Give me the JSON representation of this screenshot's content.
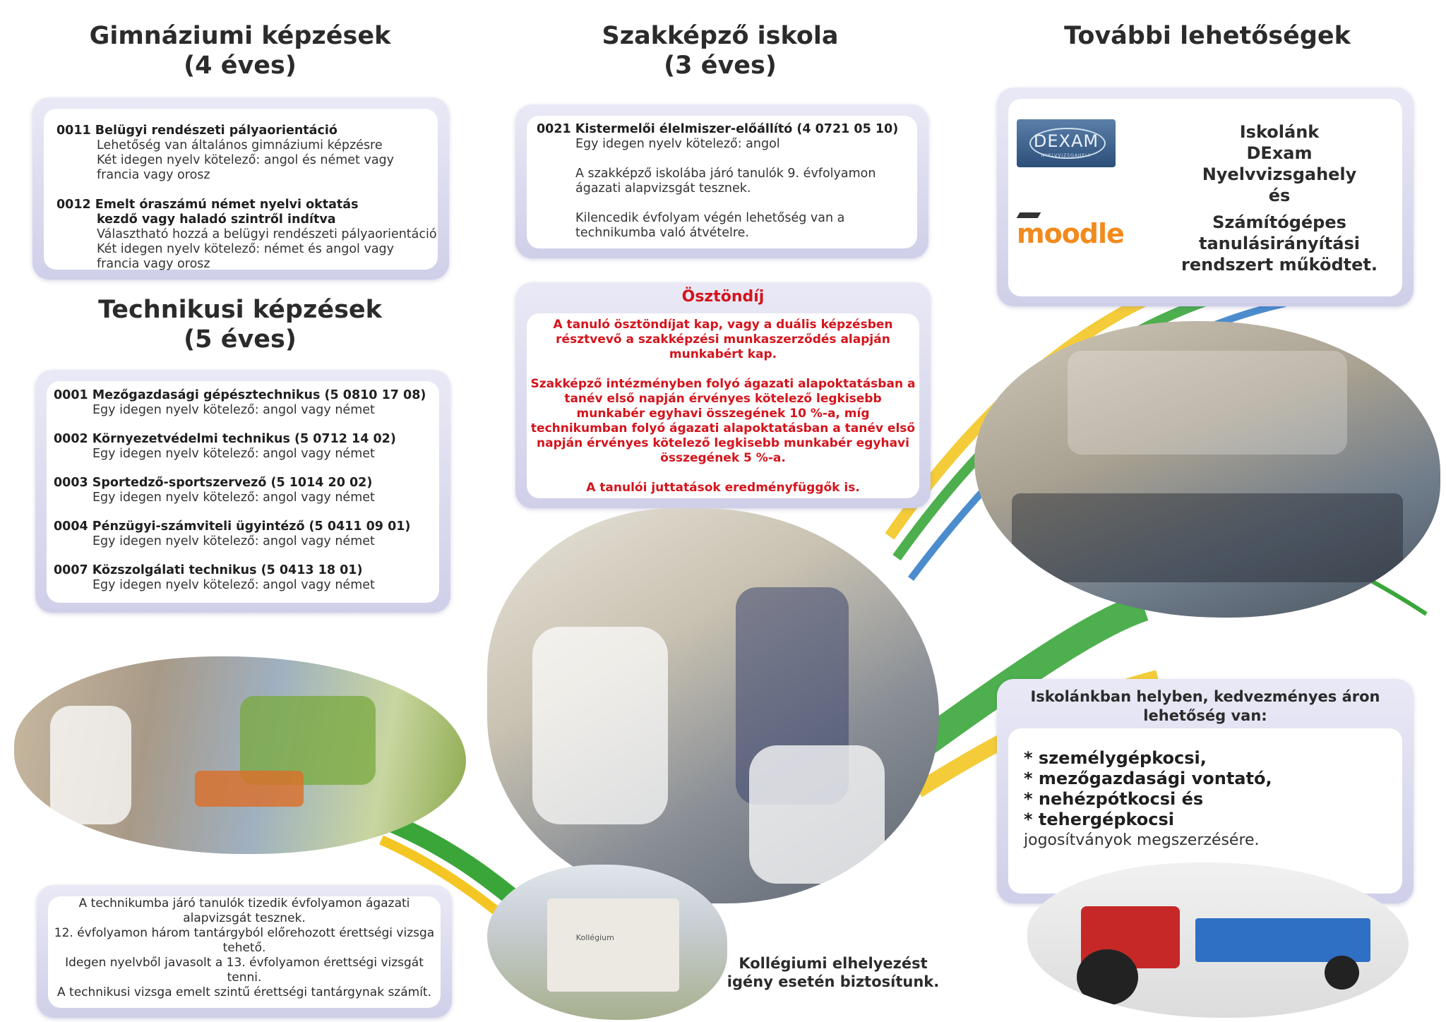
{
  "gimn": {
    "title1": "Gimnáziumi képzések",
    "title2": "(4 éves)",
    "items": [
      {
        "head": "0011 Belügyi rendészeti pályaorientáció",
        "lines": [
          "Lehetőség van általános gimnáziumi képzésre",
          "Két idegen nyelv kötelező: angol és német vagy",
          "francia vagy orosz"
        ]
      },
      {
        "head": "0012 Emelt óraszámú német nyelvi oktatás",
        "head2": "kezdő vagy haladó szintről indítva",
        "lines": [
          "Választható hozzá a belügyi rendészeti pályaorientáció",
          "Két idegen nyelv kötelező: német és angol vagy",
          "francia vagy orosz"
        ]
      }
    ]
  },
  "szak": {
    "title1": "Szakképző iskola",
    "title2": "(3 éves)",
    "head": "0021 Kistermelői élelmiszer-előállító (4 0721 05 10)",
    "lines": [
      "Egy idegen nyelv kötelező: angol",
      "",
      "A szakképző iskolába járó tanulók 9. évfolyamon",
      "ágazati alapvizsgát tesznek.",
      "",
      "Kilencedik évfolyam végén lehetőség van a",
      "technikumba való átvételre."
    ]
  },
  "tov": {
    "title": "További lehetőségek",
    "dexam_logo": "DEXAM",
    "dexam_sub": "NYELVVIZSGAHELY",
    "moodle_logo": "moodle",
    "text1": [
      "Iskolánk",
      "DExam",
      "Nyelvvizsgahely",
      "és"
    ],
    "text2": [
      "Számítógépes",
      "tanulásirányítási",
      "rendszert működtet."
    ]
  },
  "tech": {
    "title1": "Technikusi képzések",
    "title2": "(5 éves)",
    "items": [
      {
        "head": "0001 Mezőgazdasági gépésztechnikus (5 0810 17 08)",
        "line": "Egy idegen nyelv kötelező: angol vagy német"
      },
      {
        "head": "0002 Környezetvédelmi technikus (5 0712 14 02)",
        "line": "Egy idegen nyelv kötelező: angol vagy német"
      },
      {
        "head": "0003 Sportedző-sportszervező (5 1014 20 02)",
        "line": "Egy idegen nyelv kötelező: angol vagy német"
      },
      {
        "head": "0004 Pénzügyi-számviteli ügyintéző (5 0411 09 01)",
        "line": "Egy idegen nyelv kötelező: angol vagy német"
      },
      {
        "head": "0007 Közszolgálati technikus (5 0413 18 01)",
        "line": "Egy idegen nyelv kötelező: angol vagy német"
      }
    ]
  },
  "osztondij": {
    "title": "Ösztöndíj",
    "p1": [
      "A tanuló ösztöndíjat kap, vagy a duális képzésben",
      "résztvevő a szakképzési munkaszerződés alapján",
      "munkabért kap."
    ],
    "p2": [
      "Szakképző intézményben folyó ágazati alapoktatásban a",
      "tanév első napján érvényes kötelező legkisebb",
      "munkabér egyhavi összegének 10 %-a, míg",
      "technikumban folyó ágazati alapoktatásban a tanév első",
      "napján érvényes kötelező legkisebb munkabér egyhavi",
      "összegének 5 %-a."
    ],
    "p3": "A tanulói juttatások eredményfüggők is."
  },
  "jogositvany": {
    "title": [
      "Iskolánkban helyben, kedvezményes áron",
      "lehetőség van:"
    ],
    "items": [
      "* személygépkocsi,",
      "* mezőgazdasági vontató,",
      "* nehézpótkocsi és",
      "* tehergépkocsi"
    ],
    "last": "jogosítványok megszerzésére."
  },
  "erettsegi": {
    "lines": [
      "A technikumba járó tanulók tizedik évfolyamon ágazati",
      "alapvizsgát tesznek.",
      "12. évfolyamon három tantárgyból előrehozott érettségi vizsga",
      "tehető.",
      "Idegen nyelvből javasolt a 13. évfolyamon érettségi vizsgát",
      "tenni.",
      "A technikusi vizsga emelt szintű érettségi tantárgynak számít."
    ]
  },
  "kollegium": {
    "caption": [
      "Kollégiumi elhelyezést",
      "igény esetén biztosítunk."
    ],
    "sign": "Kollégium"
  },
  "colors": {
    "card_border": "#cfcfe9",
    "red_text": "#d4141c",
    "swoosh_green": "#3aa63a",
    "swoosh_yellow": "#f3c623",
    "swoosh_blue": "#1e6fc0"
  }
}
